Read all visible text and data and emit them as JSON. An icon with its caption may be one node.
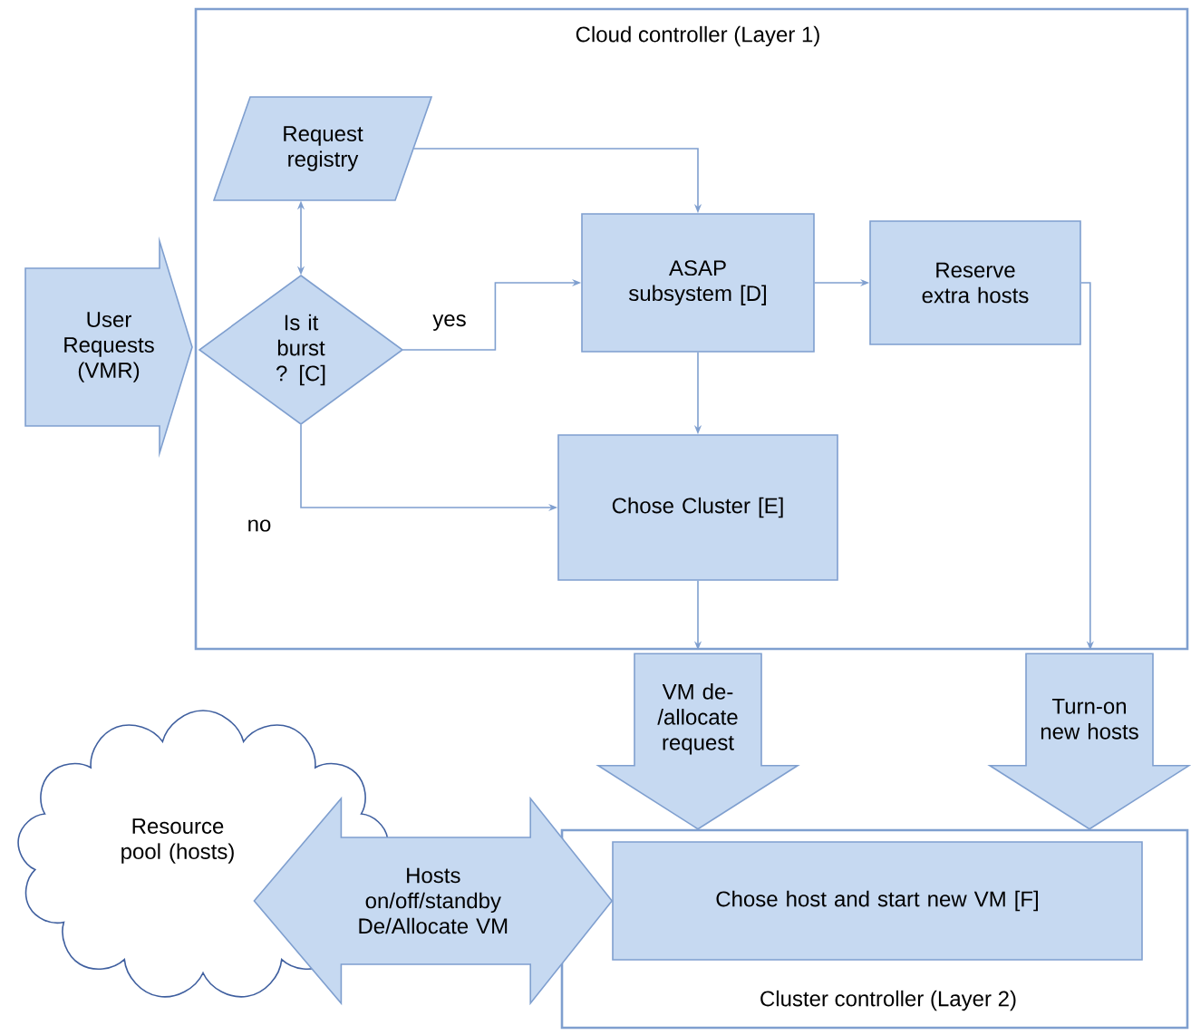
{
  "diagram": {
    "nodes": [
      {
        "text": [
          "Cloud controller (Layer 1)"
        ]
      },
      {
        "text": [
          "Request registry"
        ],
        "in": 0
      },
      {
        "text": [
          "Is it burst ? [C]"
        ],
        "in": 0
      },
      {
        "text": [
          "ASAP subsystem [D]"
        ],
        "in": 0
      },
      {
        "text": [
          "Reserve extra hosts"
        ],
        "in": 0
      },
      {
        "text": [
          "Chose Cluster [E]"
        ],
        "in": 0
      },
      {
        "text": [
          "User Requests (VMR)"
        ]
      },
      {
        "text": [
          "Resource pool (hosts)"
        ]
      },
      {
        "text": [
          "Cluster controller (Layer 2)"
        ]
      },
      {
        "text": [
          "Chose host and start new VM [F]"
        ],
        "in": 8
      }
    ],
    "edges": [
      {
        "from": 1,
        "to": 2,
        "arrow": "both"
      },
      {
        "from": 1,
        "to": 3,
        "arrow": "to"
      },
      {
        "from": 2,
        "to": 3,
        "arrow": "to",
        "label": "yes"
      },
      {
        "from": 2,
        "to": 5,
        "arrow": "to",
        "label": "no"
      },
      {
        "from": 3,
        "to": 4,
        "arrow": "to"
      },
      {
        "from": 3,
        "to": 5,
        "arrow": "to"
      },
      {
        "from": 5,
        "to": 0,
        "arrow": "to"
      },
      {
        "from": 4,
        "to": 0,
        "arrow": "to"
      },
      {
        "from": 0,
        "to": 8,
        "arrow": "to",
        "style": "thick",
        "label": "VM de-/allocate request"
      },
      {
        "from": 0,
        "to": 8,
        "arrow": "to",
        "style": "thick",
        "label": "Turn-on new hosts"
      },
      {
        "from": 7,
        "to": 9,
        "arrow": "both",
        "style": "thick",
        "label": "Hosts on/off/standby De/Allocate VM"
      }
    ]
  }
}
